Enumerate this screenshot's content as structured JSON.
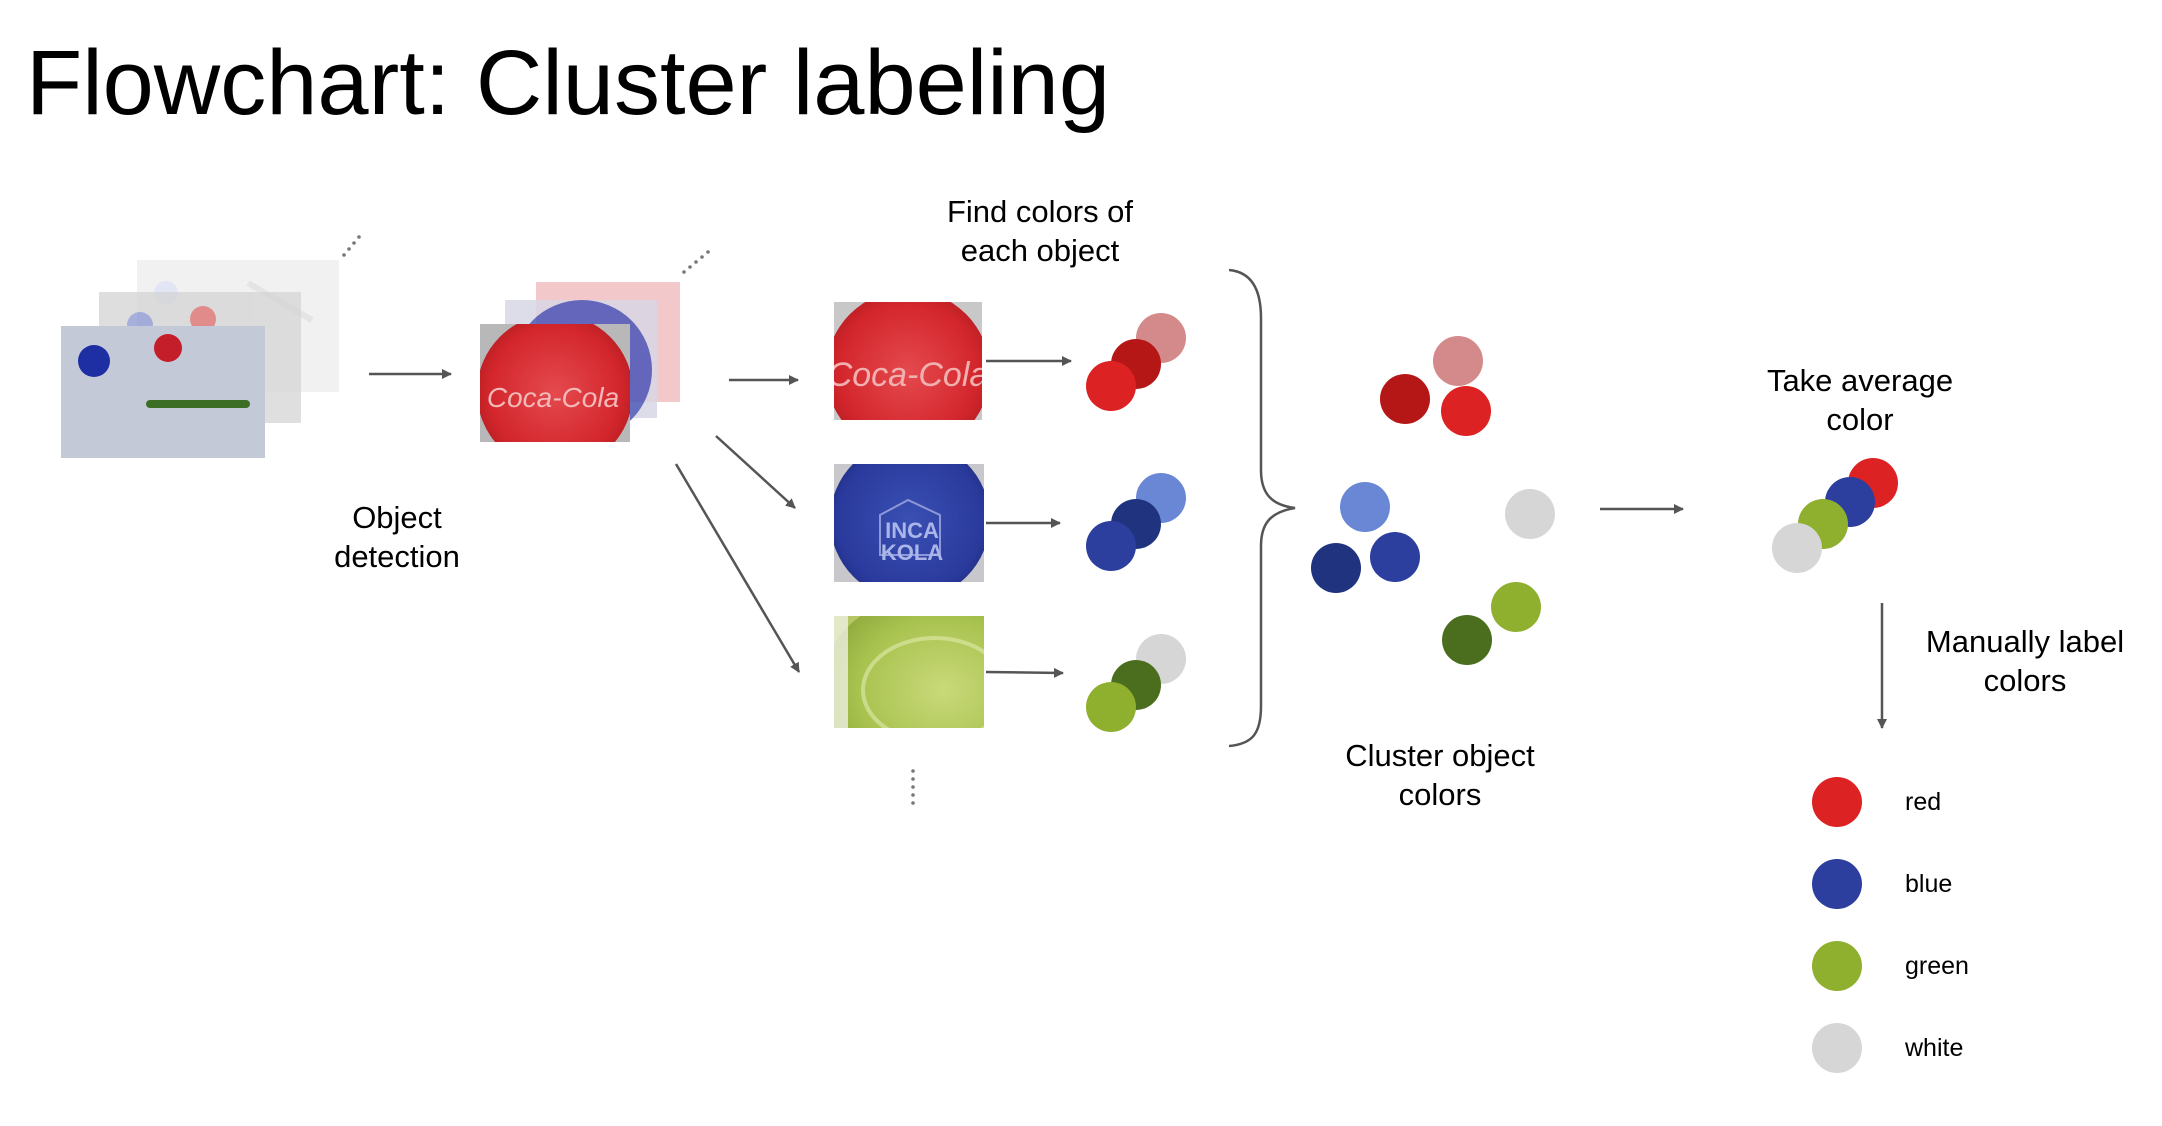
{
  "title": "Flowchart: Cluster labeling",
  "labels": {
    "object_detection": "Object\ndetection",
    "find_colors": "Find colors of\neach object",
    "cluster_colors": "Cluster object\ncolors",
    "average_color": "Take average\ncolor",
    "manual_label": "Manually label\ncolors"
  },
  "image_text": {
    "coca_cola": "Coca-Cola",
    "inca_kola_1": "INCA",
    "inca_kola_2": "KOLA"
  },
  "colors": {
    "red": "#dc2222",
    "dark_red": "#b51616",
    "pink": "#d48a8a",
    "blue": "#2d3f9e",
    "dark_blue": "#1f337f",
    "light_blue": "#6a87d6",
    "green": "#8faf2e",
    "dark_green": "#4a6e1d",
    "white": "#d6d6d6",
    "arrow": "#555555"
  },
  "legend": [
    {
      "label": "red",
      "color": "#dc2222"
    },
    {
      "label": "blue",
      "color": "#2d3f9e"
    },
    {
      "label": "green",
      "color": "#8faf2e"
    },
    {
      "label": "white",
      "color": "#d6d6d6"
    }
  ]
}
